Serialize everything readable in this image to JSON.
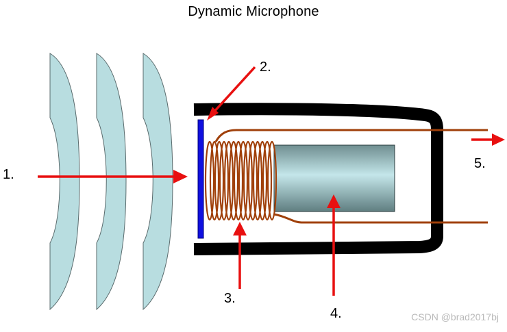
{
  "title": "Dynamic Microphone",
  "labels": {
    "sound_waves": "1.",
    "diaphragm": "2.",
    "voice_coil": "3.",
    "magnet": "4.",
    "output": "5."
  },
  "watermark": "CSDN @brad2017bj",
  "colors": {
    "wave_fill": "#b8dde0",
    "wave_stroke": "#5a6b6d",
    "arrow": "#e81010",
    "diaphragm": "#1010e0",
    "coil_wire": "#a0400a",
    "housing": "#000000",
    "magnet_light": "#c4e6ea",
    "magnet_dark": "#6f8e90"
  }
}
